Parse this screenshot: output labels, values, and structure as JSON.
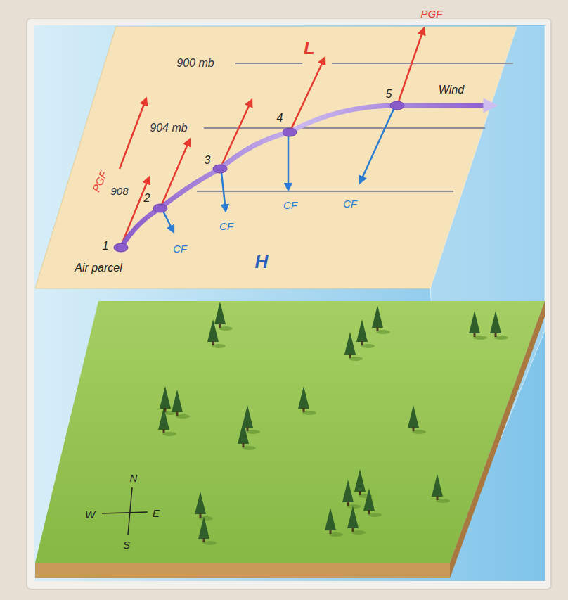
{
  "diagram": {
    "labels": [
      "PGF",
      "900 mb",
      "L",
      "5",
      "Wind",
      "904 mb",
      "4",
      "3",
      "PGF",
      "908",
      "2",
      "CF",
      "CF",
      "CF",
      "CF",
      "1",
      "Air parcel",
      "H",
      "N",
      "W",
      "E",
      "S"
    ]
  }
}
